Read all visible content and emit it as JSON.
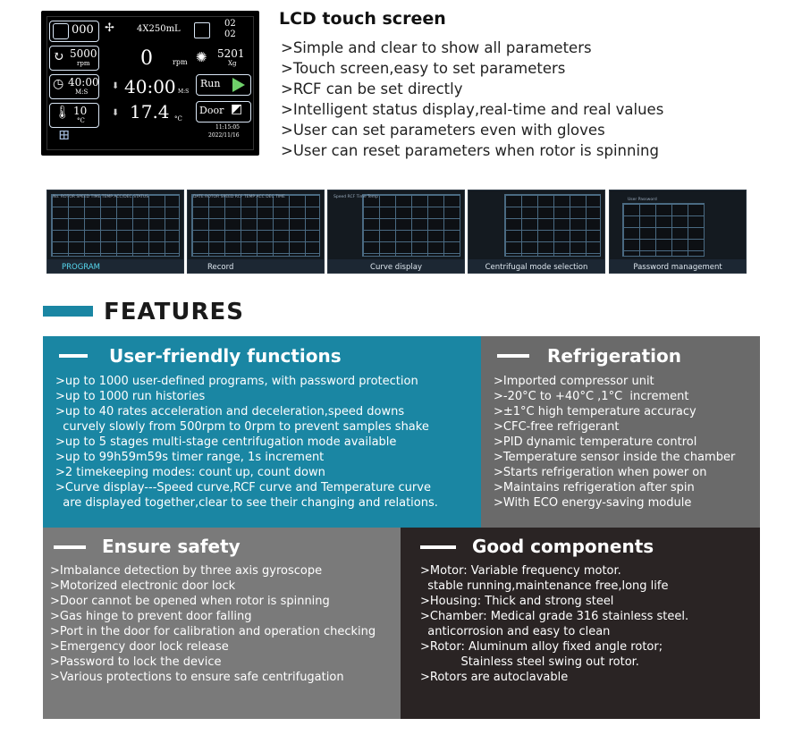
{
  "lcd": {
    "prog": "000",
    "rotor": "4X250mL",
    "stage": "02",
    "stage_total": "02",
    "set_speed": "5000",
    "set_speed_unit": "rpm",
    "speed": "0",
    "speed_unit": "rpm",
    "rcf": "5201",
    "rcf_unit": "Xg",
    "set_time": "40:00",
    "set_time_unit": "M:S",
    "time": "40:00",
    "time_unit": "M:S",
    "run_label": "Run",
    "set_temp": "10",
    "set_temp_unit": "°C",
    "temp": "17.4",
    "temp_unit": "°C",
    "door_label": "Door",
    "clock": "11:15:05",
    "date": "2022/11/16"
  },
  "lcd_section": {
    "title": "LCD touch screen",
    "lines": [
      ">Simple and clear to show all parameters",
      ">Touch screen,easy to set parameters",
      ">RCF can be set directly",
      ">Intelligent status display,real-time and real values",
      ">User can set parameters even with gloves",
      ">User can reset parameters when rotor is spinning"
    ]
  },
  "thumbnails": [
    {
      "label": "PROGRAM",
      "header": "No.  ROTOR  SPEED  TIME  TEMP  ACC/DEC STATUS"
    },
    {
      "label": "Record",
      "header": "DATE  ROTOR SPEED  RCF  TEMP ACC  DEC  TIME"
    },
    {
      "label": "Curve display",
      "header": "Speed   RCF   Time   Temp"
    },
    {
      "label": "Centrifugal mode selection",
      "header": ""
    },
    {
      "label": "Password management",
      "header": "User   Password"
    }
  ],
  "features_title": "FEATURES",
  "panels": {
    "user": {
      "title": "User-friendly functions",
      "lines": [
        ">up to 1000 user-defined programs, with password protection",
        ">up to 1000 run histories",
        ">up to 40 rates acceleration and deceleration,speed downs",
        "  curvely slowly from 500rpm to 0rpm to prevent samples shake",
        ">up to 5 stages multi-stage centrifugation mode available",
        ">up to 99h59m59s timer range, 1s increment",
        ">2 timekeeping modes: count up, count down",
        ">Curve display---Speed curve,RCF curve and Temperature curve",
        "  are displayed together,clear to see their changing and relations."
      ]
    },
    "refrigeration": {
      "title": "Refrigeration",
      "lines": [
        ">Imported compressor unit",
        ">-20°C to +40°C ,1°C  increment",
        ">±1°C high temperature accuracy",
        ">CFC-free refrigerant",
        ">PID dynamic temperature control",
        ">Temperature sensor inside the chamber",
        ">Starts refrigeration when power on",
        ">Maintains refrigeration after spin",
        ">With ECO energy-saving module"
      ]
    },
    "safety": {
      "title": "Ensure safety",
      "lines": [
        ">Imbalance detection by three axis gyroscope",
        ">Motorized electronic door lock",
        ">Door cannot be opened when rotor is spinning",
        ">Gas hinge to prevent door falling",
        ">Port in the door for calibration and operation checking",
        ">Emergency door lock release",
        ">Password to lock the device",
        ">Various protections to ensure safe centrifugation"
      ]
    },
    "components": {
      "title": "Good components",
      "lines": [
        ">Motor: Variable frequency motor.",
        "  stable running,maintenance free,long life",
        ">Housing: Thick and strong steel",
        ">Chamber: Medical grade 316 stainless steel.",
        "  anticorrosion and easy to clean",
        ">Rotor: Aluminum alloy fixed angle rotor;",
        "           Stainless steel swing out rotor.",
        ">Rotors are autoclavable"
      ]
    }
  },
  "colors": {
    "teal": "#1a86a3",
    "grey_dark": "#6a6a6a",
    "grey": "#7a7a7a",
    "brown_dark": "#2a2424"
  }
}
